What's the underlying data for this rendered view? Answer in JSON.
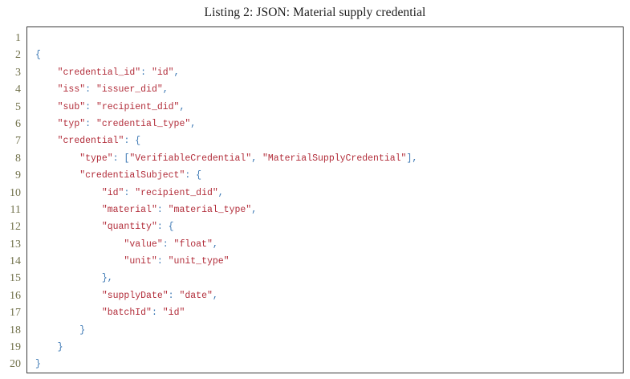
{
  "listing": {
    "caption": "Listing 2: JSON: Material supply credential",
    "lines": [
      "",
      "{",
      "    \"credential_id\": \"id\",",
      "    \"iss\": \"issuer_did\",",
      "    \"sub\": \"recipient_did\",",
      "    \"typ\": \"credential_type\",",
      "    \"credential\": {",
      "        \"type\": [\"VerifiableCredential\", \"MaterialSupplyCredential\"],",
      "        \"credentialSubject\": {",
      "            \"id\": \"recipient_did\",",
      "            \"material\": \"material_type\",",
      "            \"quantity\": {",
      "                \"value\": \"float\",",
      "                \"unit\": \"unit_type\"",
      "            },",
      "            \"supplyDate\": \"date\",",
      "            \"batchId\": \"id\"",
      "        }",
      "    }",
      "}"
    ]
  },
  "colors": {
    "string": "#b22d3a",
    "punctuation": "#3c78b4",
    "line_number": "#72724c",
    "border": "#3a3a3a",
    "background": "#ffffff",
    "caption_text": "#1c1c1c"
  }
}
